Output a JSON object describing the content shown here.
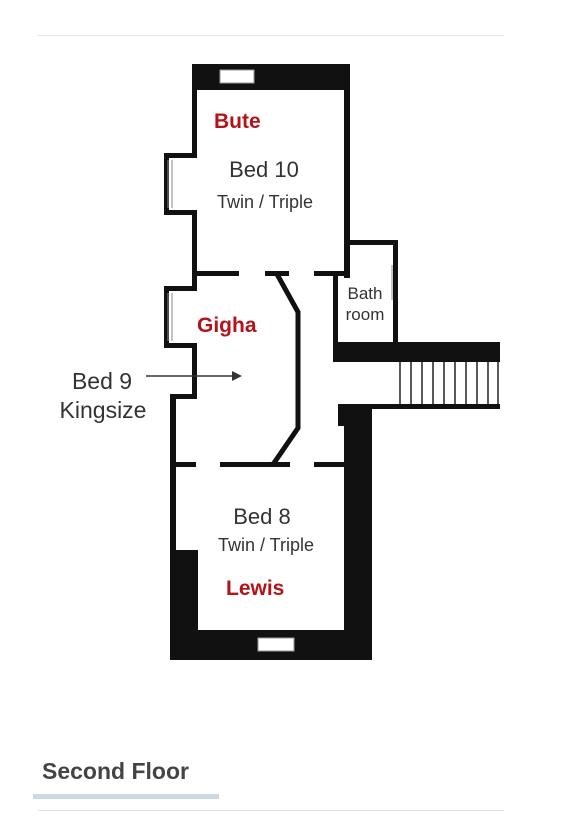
{
  "plan": {
    "rooms": [
      {
        "name": "Bute",
        "bed": "Bed 10",
        "type": "Twin / Triple"
      },
      {
        "name": "Gigha",
        "bed": "Bed 9",
        "type": "Kingsize"
      },
      {
        "name": "Lewis",
        "bed": "Bed 8",
        "type": "Twin / Triple"
      }
    ],
    "bathroom": {
      "line1": "Bath",
      "line2": "room"
    },
    "caption": "Second Floor"
  },
  "colors": {
    "wall": "#111111",
    "room_name": "#b3141b",
    "label": "#333333",
    "caption": "#444444",
    "caption_underline": "#cdd8e3"
  }
}
